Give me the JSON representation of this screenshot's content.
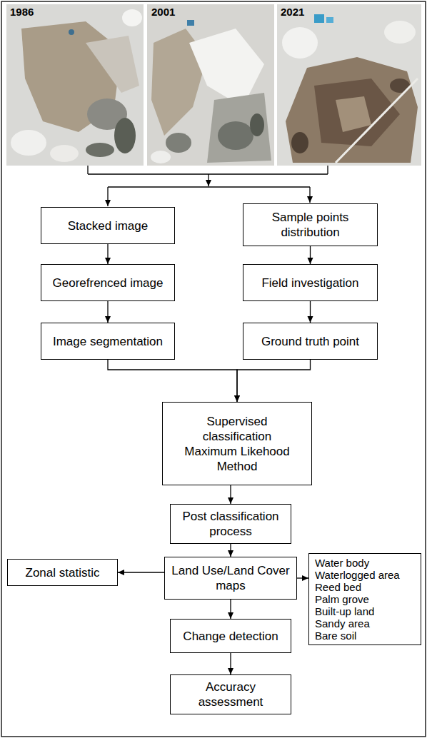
{
  "diagram": {
    "nodes": [
      {
        "text": [
          "Stacked image"
        ]
      },
      {
        "text": [
          "Georefrenced image"
        ]
      },
      {
        "text": [
          "Image segmentation"
        ]
      },
      {
        "text": [
          "Sample points distribution"
        ]
      },
      {
        "text": [
          "Field investigation"
        ]
      },
      {
        "text": [
          "Ground truth point"
        ]
      },
      {
        "text": [
          "Supervised classification Maximum Likehood Method"
        ]
      },
      {
        "text": [
          "Post classification process"
        ]
      },
      {
        "text": [
          "Zonal statistic"
        ]
      },
      {
        "text": [
          "Land Use/Land Cover maps"
        ]
      },
      {
        "text": [
          "Water body",
          "Waterlogged area",
          "Reed bed",
          "Palm grove",
          "Built-up land",
          "Sandy area",
          "Bare soil"
        ]
      },
      {
        "text": [
          "Change detection"
        ]
      },
      {
        "text": [
          "Accuracy assessment"
        ]
      }
    ],
    "edges": [
      {
        "from": 0,
        "to": 1,
        "arrow": "to"
      },
      {
        "from": 1,
        "to": 2,
        "arrow": "to"
      },
      {
        "from": 3,
        "to": 4,
        "arrow": "to"
      },
      {
        "from": 4,
        "to": 5,
        "arrow": "to"
      },
      {
        "from": 2,
        "to": 6,
        "arrow": "to"
      },
      {
        "from": 5,
        "to": 6,
        "arrow": "to"
      },
      {
        "from": 6,
        "to": 7,
        "arrow": "to"
      },
      {
        "from": 7,
        "to": 9,
        "arrow": "to"
      },
      {
        "from": 9,
        "to": 8,
        "arrow": "to"
      },
      {
        "from": 9,
        "to": 10,
        "arrow": "to"
      },
      {
        "from": 9,
        "to": 11,
        "arrow": "to"
      },
      {
        "from": 11,
        "to": 12,
        "arrow": "to"
      }
    ],
    "labels": [
      "1986",
      "2001",
      "2021"
    ]
  }
}
